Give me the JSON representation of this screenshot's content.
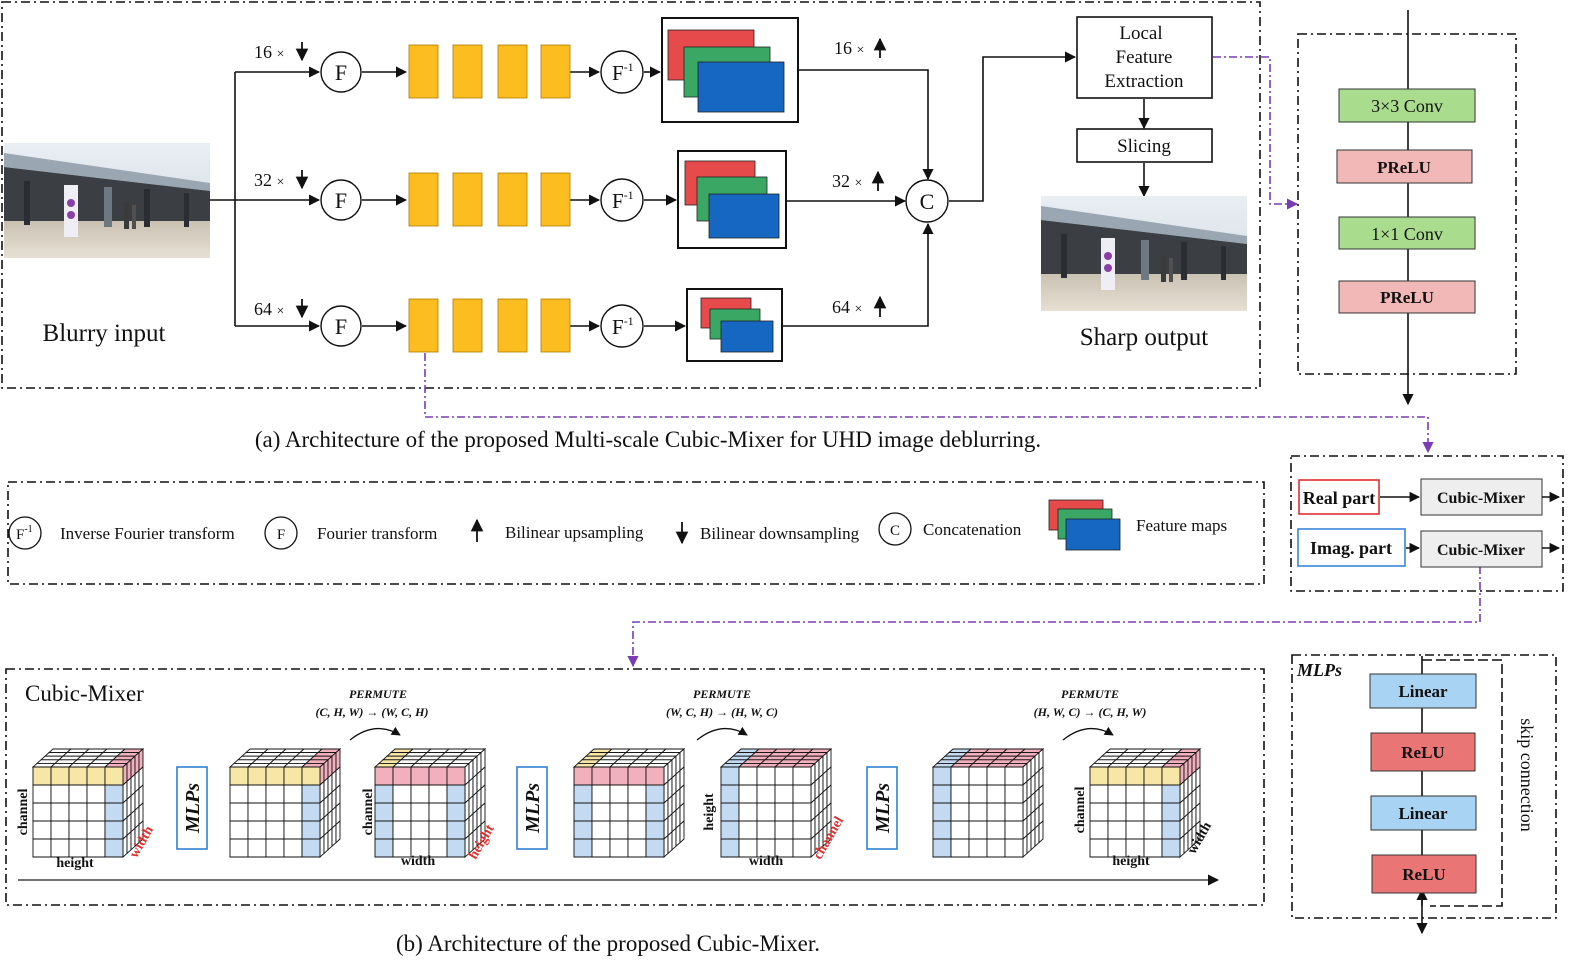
{
  "captions": {
    "a": "(a) Architecture of the proposed Multi-scale Cubic-Mixer for UHD image deblurring.",
    "b": "(b) Architecture of the proposed  Cubic-Mixer."
  },
  "pipeline": {
    "blurry_label": "Blurry input",
    "sharp_label": "Sharp output",
    "concat_symbol": "C",
    "fourier_symbol": "F",
    "inverse_fourier_symbol": "F",
    "inverse_fourier_sup": "-1",
    "times": "×",
    "branches": [
      {
        "down": "16",
        "up": "16"
      },
      {
        "down": "32",
        "up": "32"
      },
      {
        "down": "64",
        "up": "64"
      }
    ],
    "lfe": [
      "Local",
      "Feature",
      "Extraction"
    ],
    "slicing": "Slicing"
  },
  "conv_block": {
    "layers": [
      "3×3 Conv",
      "PReLU",
      "1×1 Conv",
      "PReLU"
    ],
    "colors": {
      "conv": "#a9dd8d",
      "prelu": "#f2b8b8"
    }
  },
  "real_imag": {
    "real": "Real part",
    "imag": "Imag. part",
    "mixer": "Cubic-Mixer"
  },
  "legend": {
    "inverse_fourier": "Inverse Fourier transform",
    "fourier": "Fourier transform",
    "upsampling": "Bilinear upsampling",
    "downsampling": "Bilinear downsampling",
    "concatenation": "Concatenation",
    "feature_maps": "Feature maps"
  },
  "cubic_mixer": {
    "title": "Cubic-Mixer",
    "mlps_label": "MLPs",
    "permute": "PERMUTE",
    "permutes": [
      "(C, H, W) → (W, C, H)",
      "(W, C, H) → (H, W, C)",
      "(H, W, C) → (C, H, W)"
    ],
    "cube_labels": [
      {
        "left": "channel",
        "bottom": "height",
        "depth": "width"
      },
      {
        "left": "",
        "bottom": "",
        "depth": ""
      },
      {
        "left": "channel",
        "bottom": "width",
        "depth": "height"
      },
      {
        "left": "",
        "bottom": "",
        "depth": ""
      },
      {
        "left": "height",
        "bottom": "width",
        "depth": "channel"
      },
      {
        "left": "",
        "bottom": "",
        "depth": ""
      },
      {
        "left": "channel",
        "bottom": "height",
        "depth": "width"
      }
    ]
  },
  "mlps_block": {
    "title": "MLPs",
    "layers": [
      "Linear",
      "ReLU",
      "Linear",
      "ReLU"
    ],
    "skip": "skip connection",
    "colors": {
      "linear": "#a9d3f2",
      "relu": "#e97575"
    }
  },
  "colors": {
    "block": "#fbbd1f",
    "map_red": "#e74a4a",
    "map_green": "#3aa864",
    "map_blue": "#1667c1",
    "purple": "#7a3bb6",
    "red_label": "#e03030",
    "cube_yellow": "#f6e7a6",
    "cube_pink": "#f2b0bd",
    "cube_blue": "#c4daf2"
  }
}
